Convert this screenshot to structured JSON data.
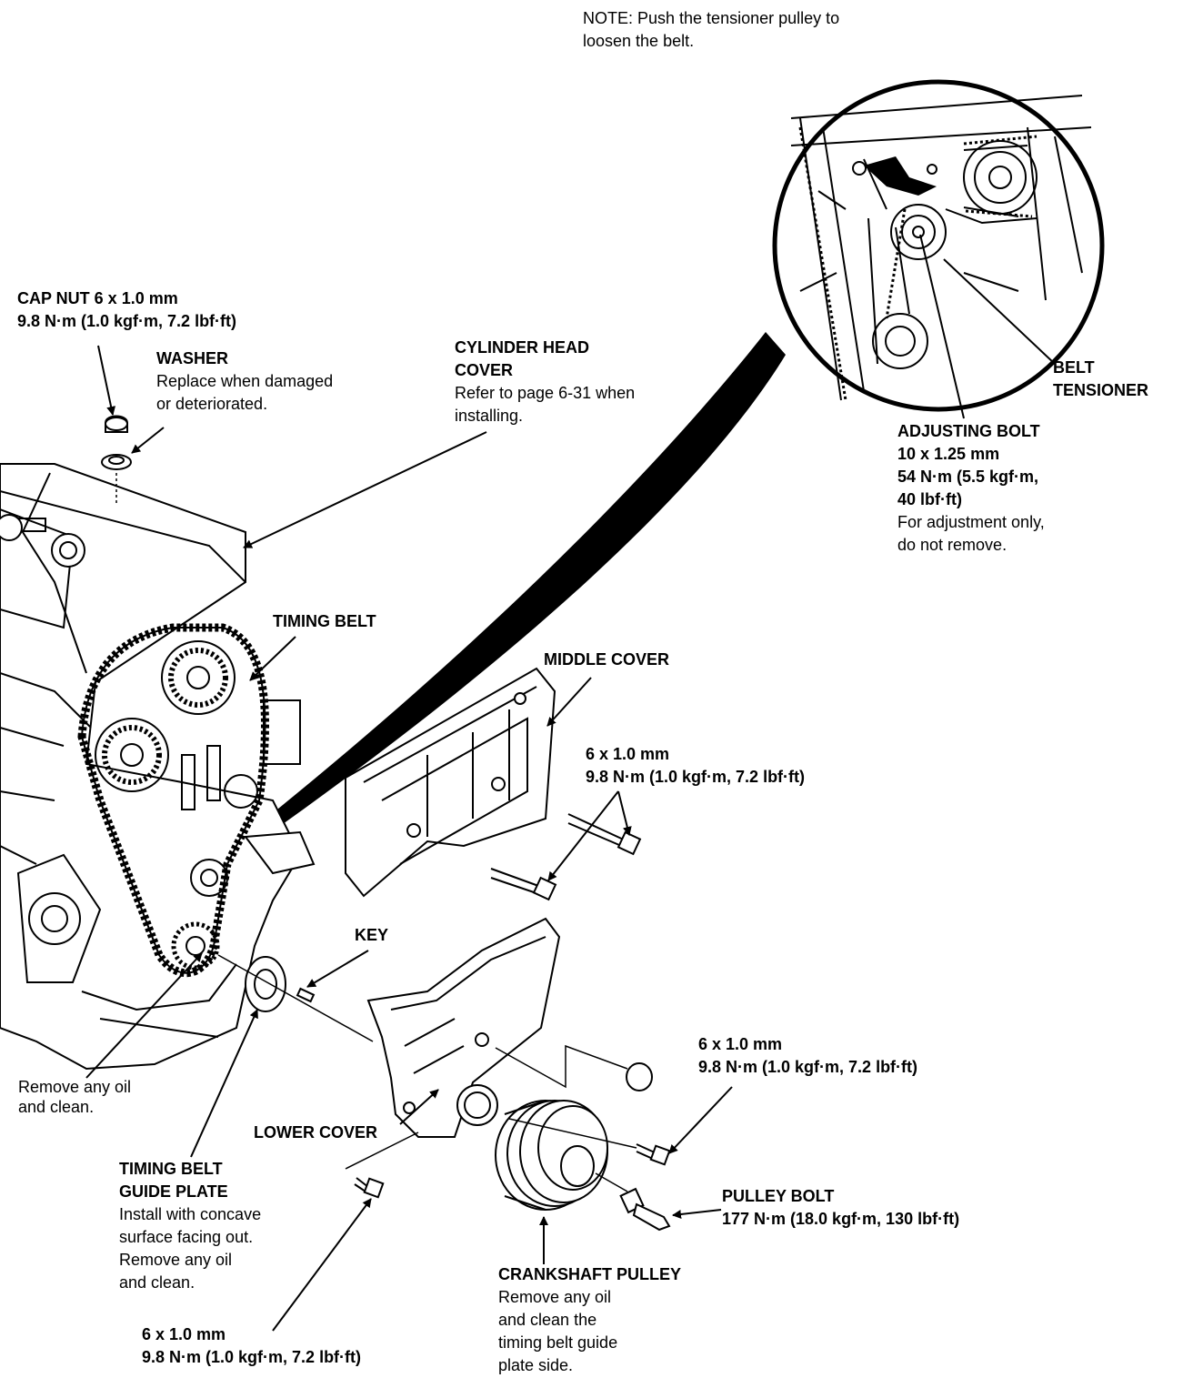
{
  "note": {
    "line1": "NOTE:  Push the tensioner pulley to",
    "line2": "loosen the belt."
  },
  "labels": {
    "cap_nut": {
      "title": "CAP NUT 6 x 1.0 mm",
      "spec": "9.8 N·m (1.0 kgf·m, 7.2 lbf·ft)"
    },
    "washer": {
      "title": "WASHER",
      "line1": "Replace when damaged",
      "line2": "or deteriorated."
    },
    "cylinder_head_cover": {
      "title1": "CYLINDER HEAD",
      "title2": "COVER",
      "line1": "Refer to page 6-31 when",
      "line2": "installing."
    },
    "belt_tensioner": {
      "line1": "BELT",
      "line2": "TENSIONER"
    },
    "adjusting_bolt": {
      "title": "ADJUSTING BOLT",
      "size": "10 x 1.25 mm",
      "spec1": "54 N·m (5.5 kgf·m,",
      "spec2": "40 lbf·ft)",
      "note1": "For adjustment only,",
      "note2": "do not remove."
    },
    "timing_belt": {
      "title": "TIMING BELT"
    },
    "middle_cover": {
      "title": "MIDDLE COVER"
    },
    "middle_bolt": {
      "size": "6 x 1.0 mm",
      "spec": "9.8 N·m (1.0 kgf·m, 7.2 lbf·ft)"
    },
    "key": {
      "title": "KEY"
    },
    "lower_right_bolt": {
      "size": "6 x 1.0 mm",
      "spec": "9.8 N·m (1.0 kgf·m, 7.2 lbf·ft)"
    },
    "remove_oil": {
      "line1": "Remove any oil",
      "line2": "and clean."
    },
    "lower_cover": {
      "title": "LOWER COVER"
    },
    "guide_plate": {
      "title1": "TIMING BELT",
      "title2": "GUIDE PLATE",
      "line1": "Install with concave",
      "line2": "surface facing out.",
      "line3": "Remove any oil",
      "line4": "and clean."
    },
    "pulley_bolt": {
      "title": "PULLEY BOLT",
      "spec": "177 N·m (18.0 kgf·m, 130 lbf·ft)"
    },
    "crankshaft_pulley": {
      "title": "CRANKSHAFT PULLEY",
      "line1": "Remove any oil",
      "line2": "and clean the",
      "line3": "timing belt guide",
      "line4": "plate side."
    },
    "bottom_bolt": {
      "size": "6 x 1.0 mm",
      "spec": "9.8 N·m (1.0 kgf·m, 7.2 lbf·ft)"
    }
  }
}
